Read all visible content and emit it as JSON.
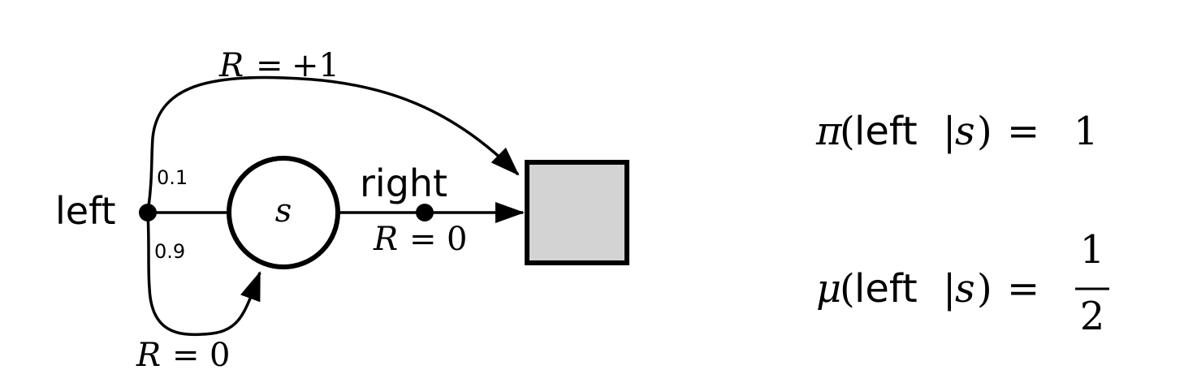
{
  "diagram": {
    "state_label": "s",
    "action_left": "left",
    "action_right": "right",
    "prob_top": "0.1",
    "prob_bottom": "0.9",
    "reward_top_lhs": "R",
    "reward_top_rhs": "+1",
    "reward_right_lhs": "R",
    "reward_right_rhs": "0",
    "reward_loop_lhs": "R",
    "reward_loop_rhs": "0",
    "equals": "="
  },
  "equations": {
    "pi": {
      "symbol": "π",
      "open": "(",
      "action": "left",
      "bar": "|",
      "state": "s",
      "close": ")",
      "equals": "=",
      "value": "1"
    },
    "mu": {
      "symbol": "μ",
      "open": "(",
      "action": "left",
      "bar": "|",
      "state": "s",
      "close": ")",
      "equals": "=",
      "numerator": "1",
      "denominator": "2"
    }
  },
  "colors": {
    "stroke": "#000000",
    "terminal_fill": "#d3d3d3",
    "background": "#ffffff"
  }
}
